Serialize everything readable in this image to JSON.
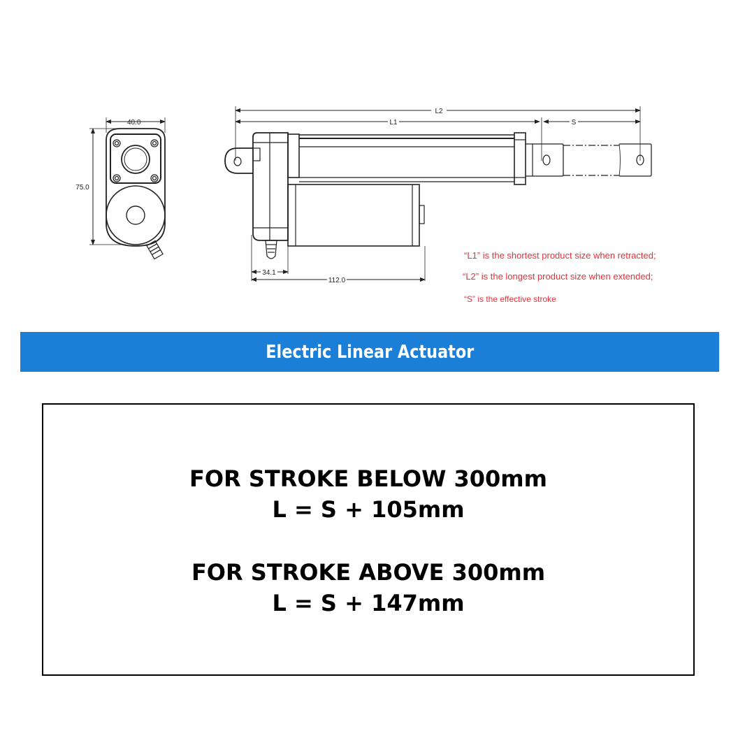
{
  "diagram": {
    "end_view": {
      "width_dim": "40.0",
      "height_dim": "75.0"
    },
    "side_view": {
      "overall_extended_label": "L2",
      "retracted_label": "L1",
      "stroke_label": "S",
      "motor_offset_dim": "34.1",
      "motor_length_dim": "112.0"
    },
    "notes": [
      "“L1” is the shortest product size when retracted;",
      "“L2” is the longest product size when extended;",
      "“S” is the effective stroke"
    ],
    "note_color": "#e0333a"
  },
  "banner": {
    "title": "Electric Linear Actuator",
    "color": "#1b7fd7"
  },
  "formulas": {
    "below": {
      "condition": "FOR STROKE BELOW 300mm",
      "equation": "L = S + 105mm"
    },
    "above": {
      "condition": "FOR STROKE ABOVE 300mm",
      "equation": "L = S + 147mm"
    }
  }
}
